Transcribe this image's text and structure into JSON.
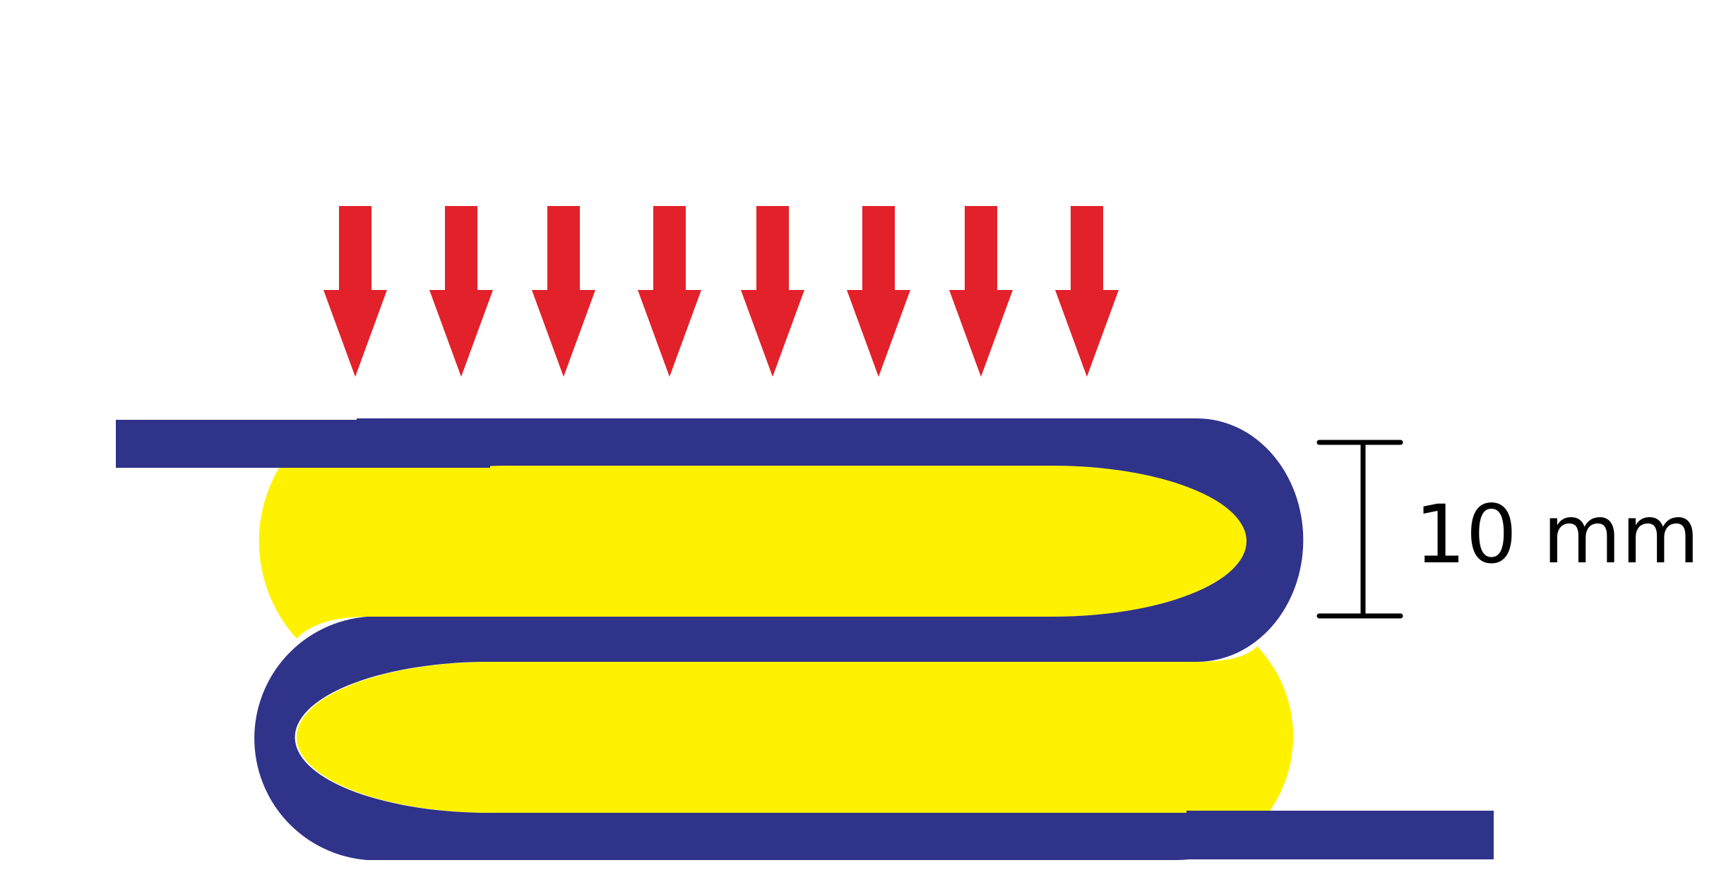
{
  "colors": {
    "arrow": "#E3212A",
    "membrane": "#30338A",
    "fill": "#FFF200",
    "dimension": "#000000",
    "background": "#FFFFFF"
  },
  "arrows": {
    "count": 8,
    "direction": "down"
  },
  "dimension": {
    "label": "10 mm"
  }
}
